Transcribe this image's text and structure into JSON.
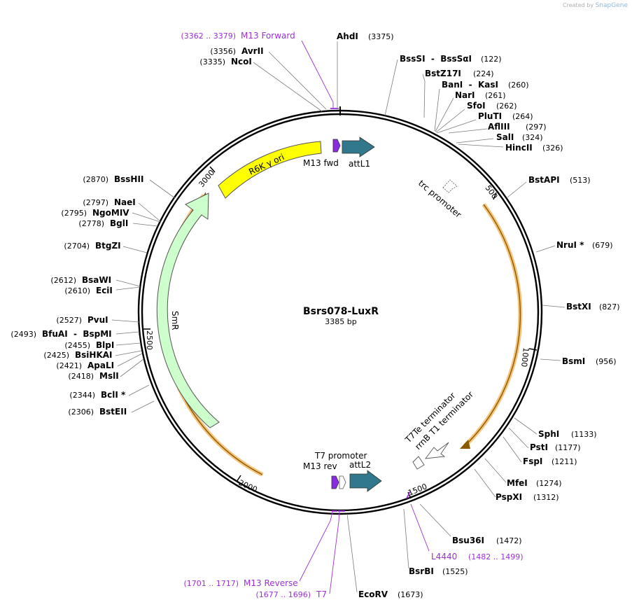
{
  "credit": {
    "prefix": "Created by",
    "brand": "SnapGene"
  },
  "plasmid": {
    "name": "Bsrs078-LuxR",
    "length": "3385 bp"
  },
  "ticks": [
    "500",
    "1000",
    "1500",
    "2000",
    "2500",
    "3000"
  ],
  "enzymes_right": [
    {
      "name": "AhdI",
      "pos": "(3375)"
    },
    {
      "name": "BssSI  -  BssSαI",
      "pos": "(122)"
    },
    {
      "name": "BstZ17I",
      "pos": "(224)"
    },
    {
      "name": "BanI  -  KasI",
      "pos": "(260)"
    },
    {
      "name": "NarI",
      "pos": "(261)"
    },
    {
      "name": "SfoI",
      "pos": "(262)"
    },
    {
      "name": "PluTI",
      "pos": "(264)"
    },
    {
      "name": "AflIII",
      "pos": "(297)"
    },
    {
      "name": "SalI",
      "pos": "(324)"
    },
    {
      "name": "HincII",
      "pos": "(326)"
    },
    {
      "name": "BstAPI",
      "pos": "(513)"
    },
    {
      "name": "NruI *",
      "pos": "(679)"
    },
    {
      "name": "BstXI",
      "pos": "(827)"
    },
    {
      "name": "BsmI",
      "pos": "(956)"
    },
    {
      "name": "SphI",
      "pos": "(1133)"
    },
    {
      "name": "PstI",
      "pos": "(1177)"
    },
    {
      "name": "FspI",
      "pos": "(1211)"
    },
    {
      "name": "MfeI",
      "pos": "(1274)"
    },
    {
      "name": "PspXI",
      "pos": "(1312)"
    },
    {
      "name": "Bsu36I",
      "pos": "(1472)"
    },
    {
      "name": "BsrBI",
      "pos": "(1525)"
    },
    {
      "name": "EcoRV",
      "pos": "(1673)"
    }
  ],
  "enzymes_left": [
    {
      "name": "AvrII",
      "pos": "(3356)"
    },
    {
      "name": "NcoI",
      "pos": "(3335)"
    },
    {
      "name": "BssHII",
      "pos": "(2870)"
    },
    {
      "name": "NaeI",
      "pos": "(2797)"
    },
    {
      "name": "NgoMIV",
      "pos": "(2795)"
    },
    {
      "name": "BglI",
      "pos": "(2778)"
    },
    {
      "name": "BtgZI",
      "pos": "(2704)"
    },
    {
      "name": "BsaWI",
      "pos": "(2612)"
    },
    {
      "name": "EciI",
      "pos": "(2610)"
    },
    {
      "name": "PvuI",
      "pos": "(2527)"
    },
    {
      "name": "BfuAI  -  BspMI",
      "pos": "(2493)"
    },
    {
      "name": "BlpI",
      "pos": "(2455)"
    },
    {
      "name": "BsiHKAI",
      "pos": "(2425)"
    },
    {
      "name": "ApaLI",
      "pos": "(2421)"
    },
    {
      "name": "MslI",
      "pos": "(2418)"
    },
    {
      "name": "BclI *",
      "pos": "(2344)"
    },
    {
      "name": "BstEII",
      "pos": "(2306)"
    }
  ],
  "primers": [
    {
      "name": "M13 Forward",
      "pos": "(3362 .. 3379)"
    },
    {
      "name": "L4440",
      "pos": "(1482 .. 1499)"
    },
    {
      "name": "M13 Reverse",
      "pos": "(1701 .. 1717)"
    },
    {
      "name": "T7",
      "pos": "(1677 .. 1696)"
    }
  ],
  "features": {
    "r6k": "R6K γ ori",
    "m13fwd": "M13 fwd",
    "attl1": "attL1",
    "trc": "trc promoter",
    "t7te": "T7Te terminator",
    "rrnb": "rrnB T1 terminator",
    "t7prom": "T7 promoter",
    "m13rev": "M13 rev",
    "attl2": "attL2",
    "smr": "SmR"
  },
  "colors": {
    "backbone": "#000000",
    "r6k": "#ffff00",
    "att": "#31788c",
    "m13": "#8a2be2",
    "smr": "#ccffcc",
    "orange": "#f5a623",
    "primer": "#9b30d8",
    "leader": "#7a7a7a"
  }
}
